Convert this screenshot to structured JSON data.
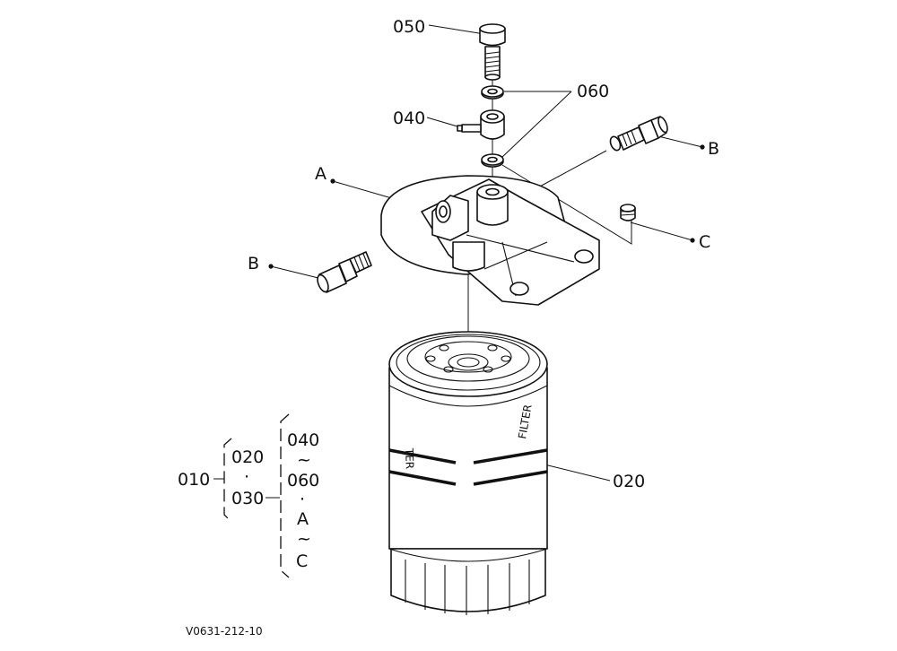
{
  "drawing_id": "V0631-212-10",
  "callouts": {
    "c050": "050",
    "c060": "060",
    "c040": "040",
    "c020": "020",
    "cA": "A",
    "cB_top": "B",
    "cB_left": "B",
    "cC": "C"
  },
  "assembly_key": {
    "c010": "010",
    "g1_020": "020",
    "g1_sep": "·",
    "g1_030": "030",
    "g2_040": "040",
    "g2_tilde1": "~",
    "g2_060": "060",
    "g2_sep": "·",
    "g2_A": "A",
    "g2_tilde2": "~",
    "g2_C": "C"
  },
  "filter_print": {
    "left_word": "TER",
    "right_text": "FILTER"
  }
}
